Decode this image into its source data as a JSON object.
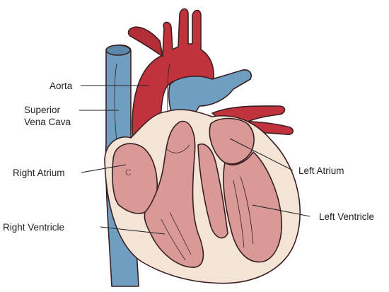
{
  "labels": {
    "aorta": "Aorta",
    "superior_vena_cava_line1": "Superior",
    "superior_vena_cava_line2": "Vena Cava",
    "right_atrium": "Right Atrium",
    "right_ventricle": "Right Ventricle",
    "left_atrium": "Left Atrium",
    "left_ventricle": "Left Ventricle"
  },
  "colors": {
    "aorta_red": "#c0333d",
    "vessel_blue": "#6f9ec1",
    "wall_cream": "#f3e4d5",
    "chamber_pink": "#d99a97",
    "outline": "#3a1f22"
  }
}
